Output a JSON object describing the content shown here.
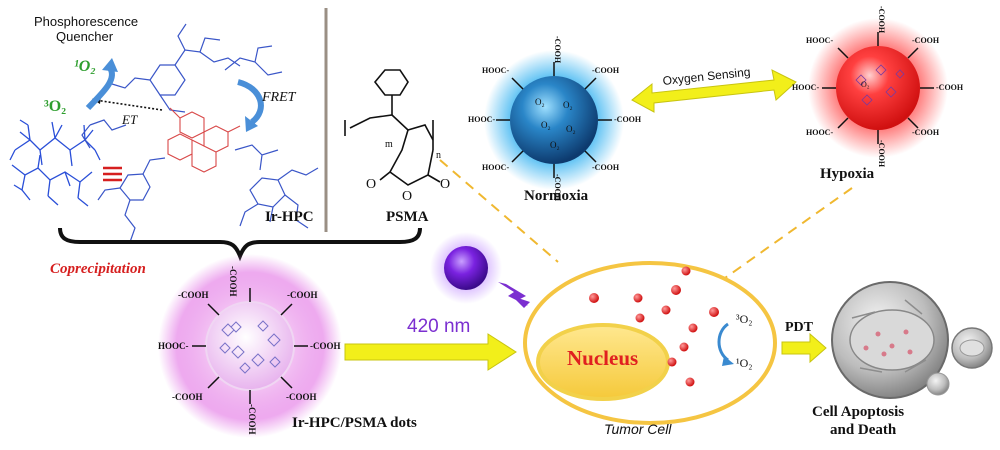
{
  "labels": {
    "quencher_line1": "Phosphorescence",
    "quencher_line2": "Quencher",
    "singlet_o2": "¹O₂",
    "triplet_o2": "³O₂",
    "et": "ET",
    "fret": "FRET",
    "ir_hpc": "Ir-HPC",
    "psma": "PSMA",
    "psma_m": "m",
    "psma_n": "n",
    "coprecipitation": "Coprecipitation",
    "dots": "Ir-HPC/PSMA dots",
    "wavelength": "420 nm",
    "nucleus": "Nucleus",
    "tumor_cell": "Tumor Cell",
    "tumor_triplet": "³O₂",
    "tumor_singlet": "¹O₂",
    "pdt": "PDT",
    "apoptosis_line1": "Cell Apoptosis",
    "apoptosis_line2": "and Death",
    "normoxia": "Normoxia",
    "hypoxia": "Hypoxia",
    "oxygen_sensing": "Oxygen Sensing",
    "cooh": "-COOH",
    "hooc": "HOOC-",
    "o2_inner": "O₂"
  },
  "colors": {
    "quencher_green": "#2e9e2e",
    "triplet_green": "#2e9e2e",
    "coprecipitation_red": "#d61f1f",
    "wavelength_purple": "#7b2fd0",
    "nucleus_red": "#e02020",
    "normoxia_blue": "#1a7fd0",
    "hypoxia_red": "#ee2a2a",
    "arrow_yellow": "#f2ef1a",
    "dash_orange": "#f0b830",
    "dots_pink": "#e070e0"
  }
}
